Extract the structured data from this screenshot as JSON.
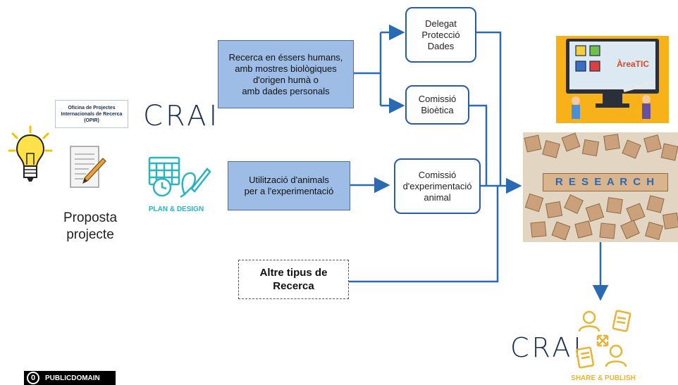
{
  "opir_label": "Oficina de Projectes\nInternacionals de Recerca\n(OPIR)",
  "crai_logo_top": "CRAI",
  "crai_logo_bottom": "CRAI",
  "plan_design_label": "PLAN & DESIGN",
  "share_publish_label": "SHARE & PUBLISH",
  "proposta_label": "Proposta\nprojecte",
  "box_human_research": "Recerca en éssers humans,\namb mostres biològiques\nd'origen humà o\namb dades personals",
  "box_animals": "Utilització d'animals\nper a l'experimentació",
  "box_other": "Altre tipus de\nRecerca",
  "box_dpo": "Delegat\nProtecció\nDades",
  "box_bioethics": "Comissió\nBioètica",
  "box_animal_committee": "Comissió\nd'experimentació\nanimal",
  "area_tic_label": "ÀreaTIC",
  "research_word": "R E S E A R C H",
  "public_domain_label": "PUBLICDOMAIN",
  "colors": {
    "line_blue": "#2a6ab5",
    "box_blue": "#9dbde6",
    "teal": "#2ab3c0",
    "gold": "#e8b437",
    "crai_navy": "#1a2f4e"
  }
}
